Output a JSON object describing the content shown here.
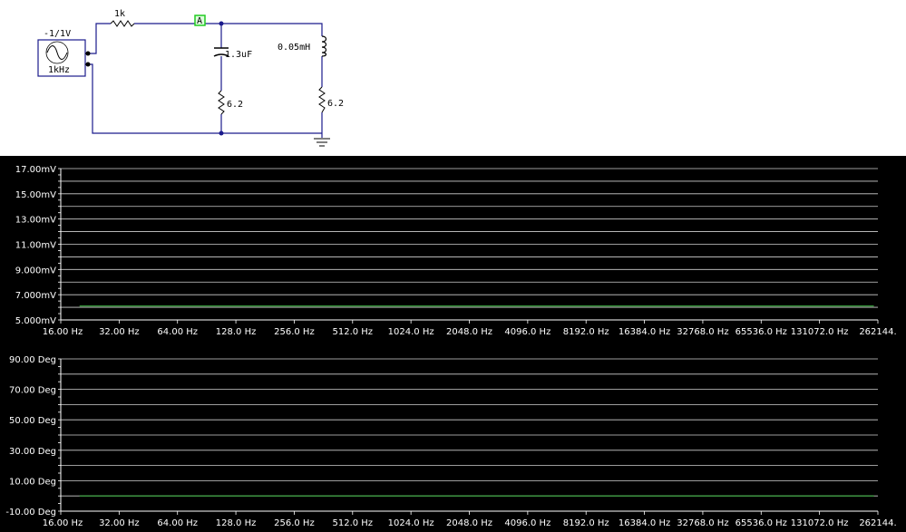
{
  "schematic": {
    "source_label": "-1/1V",
    "source_freq": "1kHz",
    "resistor_1_label": "1k",
    "probe_label": "A",
    "capacitor_label": "1.3uF",
    "resistor_2_label": "6.2",
    "inductor_label": "0.05mH",
    "resistor_3_label": "6.2"
  },
  "colors": {
    "wire": "#1a1a8c",
    "trace": "#3cb043",
    "grid": "#d0d0d0",
    "probe": "#22cc22"
  },
  "chart_data": [
    {
      "type": "line",
      "name": "magnitude",
      "x_scale": "log2",
      "xlim": [
        16,
        262144
      ],
      "ylim": [
        5,
        17
      ],
      "x_ticks": [
        "16.00 Hz",
        "32.00 Hz",
        "64.00 Hz",
        "128.0 Hz",
        "256.0 Hz",
        "512.0 Hz",
        "1024.0 Hz",
        "2048.0 Hz",
        "4096.0 Hz",
        "8192.0 Hz",
        "16384.0 Hz",
        "32768.0 Hz",
        "65536.0 Hz",
        "131072.0 Hz",
        "262144."
      ],
      "y_ticks": [
        "17.00mV",
        "15.00mV",
        "13.00mV",
        "11.00mV",
        "9.000mV",
        "7.000mV",
        "5.000mV"
      ],
      "y_tick_values": [
        17,
        15,
        13,
        11,
        9,
        7,
        5
      ],
      "grid": true,
      "series": [
        {
          "x": [
            20,
            250000
          ],
          "y": [
            6.1,
            6.1
          ]
        }
      ]
    },
    {
      "type": "line",
      "name": "phase",
      "x_scale": "log2",
      "xlim": [
        16,
        262144
      ],
      "ylim": [
        -10,
        90
      ],
      "x_ticks": [
        "16.00 Hz",
        "32.00 Hz",
        "64.00 Hz",
        "128.0 Hz",
        "256.0 Hz",
        "512.0 Hz",
        "1024.0 Hz",
        "2048.0 Hz",
        "4096.0 Hz",
        "8192.0 Hz",
        "16384.0 Hz",
        "32768.0 Hz",
        "65536.0 Hz",
        "131072.0 Hz",
        "262144."
      ],
      "y_ticks": [
        "90.00 Deg",
        "70.00 Deg",
        "50.00 Deg",
        "30.00 Deg",
        "10.00 Deg",
        "-10.00 Deg"
      ],
      "y_tick_values": [
        90,
        70,
        50,
        30,
        10,
        -10
      ],
      "grid": true,
      "series": [
        {
          "x": [
            20,
            250000
          ],
          "y": [
            0,
            0
          ]
        }
      ]
    }
  ]
}
